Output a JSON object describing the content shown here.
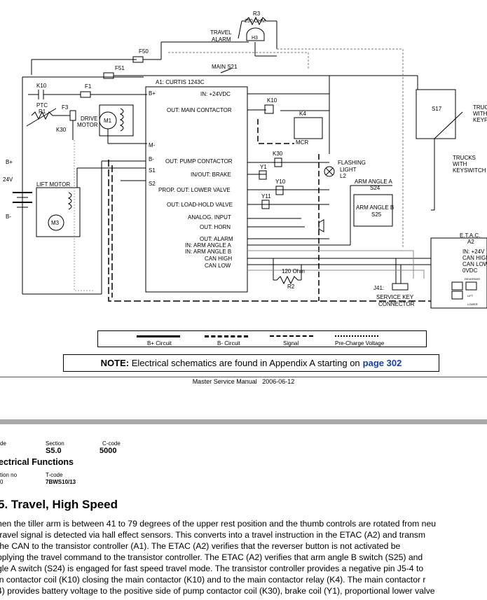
{
  "schematic": {
    "r3_name": "R3",
    "r3_value": "250 OHM",
    "travel_alarm": [
      "TRAVEL",
      "ALARM"
    ],
    "h3": "H3",
    "f50": "F50",
    "f51": "F51",
    "main_switch": "MAIN  S21",
    "k10": "K10",
    "f1": "F1",
    "f3": "F3",
    "ptc": [
      "PTC",
      "R1"
    ],
    "k30_left": "K30",
    "drive_motor": [
      "DRIVE",
      "MOTOR"
    ],
    "m1": "M1",
    "controller_title": "A1: CURTIS 1243C",
    "bplus": "B+",
    "m_minus": "M-",
    "b_minus_term": "B-",
    "s1": "S1",
    "s2": "S2",
    "in_24": "IN: +24VDC",
    "out_main": "OUT: MAIN CONTACTOR",
    "out_pump": "OUT: PUMP CONTACTOR",
    "out_brake": "IN/OUT: BRAKE",
    "prop_lower": "PROP. OUT: LOWER VALVE",
    "out_loadhold": "OUT: LOAD-HOLD VALVE",
    "analog": "ANALOG. INPUT",
    "out_horn": "OUT: HORN",
    "out_alarm": "OUT: ALARM",
    "arm_a_in": "IN: ARM ANGLE A",
    "arm_b_in": "IN: ARM ANGLE B",
    "can_high": "CAN HIGH",
    "can_low": "CAN LOW",
    "k10_mid": "K10",
    "k4": "K4",
    "mcr": "MCR",
    "k30_mid": "K30",
    "y1": "Y1",
    "y10": "Y10",
    "y11": "Y11",
    "flashing": [
      "FLASHING",
      "LIGHT",
      "L2"
    ],
    "arm_a": [
      "ARM ANGLE A",
      "S24"
    ],
    "arm_b": [
      "ARM ANGLE B",
      "S25"
    ],
    "r2_value": "120 Ohm",
    "r2": "R2",
    "j41": "J41:",
    "service": [
      "SERVICE KEY",
      "CONNECTOR"
    ],
    "s17": "S17",
    "trucks_key_right": [
      "TRUCK",
      "WITH",
      "KEYF"
    ],
    "trucks_key": [
      "TRUCKS",
      "WITH",
      "KEYSWITCH"
    ],
    "etac": [
      "E.T.A.C.",
      "A2"
    ],
    "etac_pins": [
      "IN: +24V",
      "CAN HIGH",
      "CAN LOW",
      "0VDC"
    ],
    "etac_small": [
      "REVERSER",
      "LIFT",
      "LOWER"
    ],
    "bplus_left": "B+",
    "v24": "24V",
    "bminus_left": "B-",
    "lift_motor": "LIFT MOTOR",
    "m3": "M3"
  },
  "legend": {
    "bplus_circuit": "B+ Circuit",
    "bminus_circuit": "B- Circuit",
    "signal": "Signal",
    "precharge": "Pre-Charge Voltage"
  },
  "note": {
    "label": "NOTE:",
    "text": "Electrical schematics are found in Appendix A starting on",
    "link": "page 302"
  },
  "footer": {
    "manual": "Master Service Manual",
    "date": "2006-06-12"
  },
  "meta": {
    "code_label": "de",
    "section_label": "Section",
    "section_value": "S5.0",
    "ccode_label": "C-code",
    "ccode_value": "5000",
    "title": "ectrical Functions",
    "version_label": "tion no",
    "version_value": "0",
    "tcode_label": "T-code",
    "tcode_value": "7BWS10/13"
  },
  "heading": "5. Travel, High Speed",
  "paragraph": [
    "hen the tiller arm is between 41 to 79 degrees of the upper rest position and the thumb controls are rotated from neu",
    " travel signal is detected via hall effect sensors. This converts into a travel instruction in the ETAC (A2) and transm",
    " the CAN to the transistor controller (A1). The ETAC (A2) verifies that the reverser button is not activated be",
    "pplying the travel command to the transistor controller. The ETAC (A2) verifies that arm angle B switch (S25) and",
    "gle A switch (S24) is engaged for fast speed travel mode. The transistor controller provides a negative pin J5-4 to",
    "in contactor coil (K10) closing the main contactor (K10) and to the main contactor relay (K4). The main contactor r",
    "4) provides battery voltage to the positive side of pump contactor coil (K30), brake coil (Y1), proportional lower valve"
  ]
}
